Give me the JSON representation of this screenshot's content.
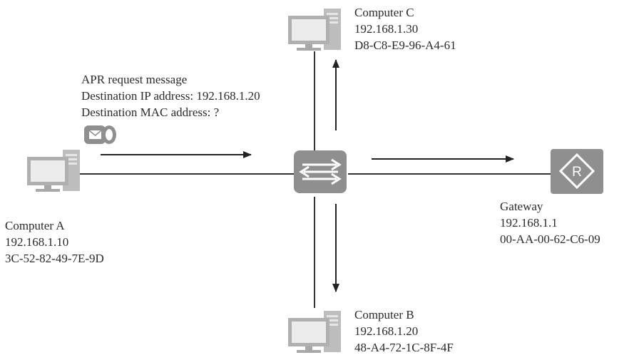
{
  "message": {
    "title": "APR request message",
    "dest_ip": "Destination IP address: 192.168.1.20",
    "dest_mac": "Destination MAC address: ?"
  },
  "computer_a": {
    "name": "Computer A",
    "ip": "192.168.1.10",
    "mac": "3C-52-82-49-7E-9D"
  },
  "computer_b": {
    "name": "Computer B",
    "ip": "192.168.1.20",
    "mac": "48-A4-72-1C-8F-4F"
  },
  "computer_c": {
    "name": "Computer C",
    "ip": "192.168.1.30",
    "mac": "D8-C8-E9-96-A4-61"
  },
  "gateway": {
    "name": "Gateway",
    "ip": "192.168.1.1",
    "mac": "00-AA-00-62-C6-09",
    "router_letter": "R"
  },
  "icons": {
    "computer": "computer-icon",
    "switch": "switch-icon",
    "router": "router-icon",
    "envelope": "envelope-icon"
  },
  "colors": {
    "device": "#8f8f8f",
    "device_light": "#c9c9c9",
    "line": "#333333",
    "text": "#2b2b2b"
  }
}
